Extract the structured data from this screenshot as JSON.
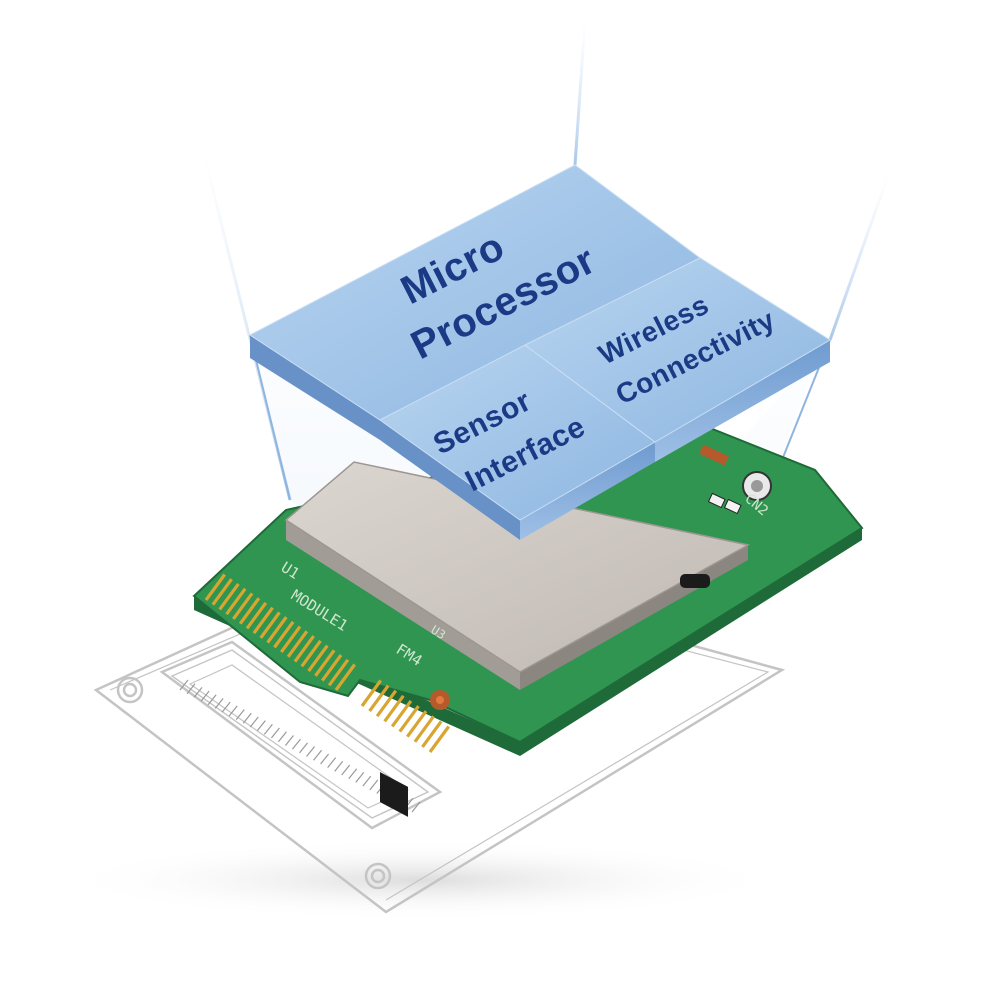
{
  "blocks": {
    "micro_processor": {
      "line1": "Micro",
      "line2": "Processor"
    },
    "sensor_interface": {
      "line1": "Sensor",
      "line2": "Interface"
    },
    "wireless_connectivity": {
      "line1": "Wireless",
      "line2": "Connectivity"
    }
  },
  "silkscreen": {
    "u1": "U1",
    "module": "MODULE1",
    "fm": "FM4",
    "u3": "U3",
    "cn2": "CN2"
  },
  "colors": {
    "block_top": "#a9c9ea",
    "block_front": "#7fa9d8",
    "block_text": "#1b3a86",
    "pcb": "#2f9550",
    "shield": "#cdc7c2",
    "gold": "#d8a531",
    "outline": "#bdbdbd"
  }
}
